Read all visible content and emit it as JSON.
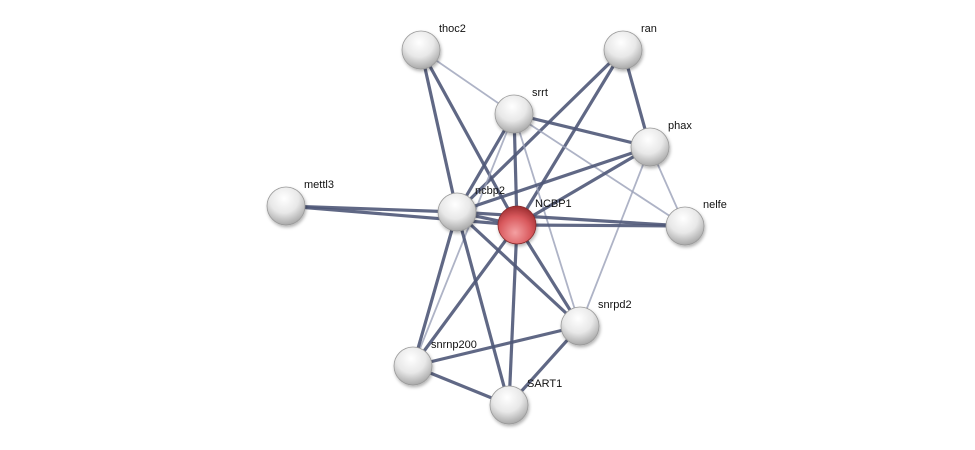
{
  "network": {
    "nodes": [
      {
        "id": "thoc2",
        "label": "thoc2",
        "query": false
      },
      {
        "id": "ran",
        "label": "ran",
        "query": false
      },
      {
        "id": "srrt",
        "label": "srrt",
        "query": false
      },
      {
        "id": "phax",
        "label": "phax",
        "query": false
      },
      {
        "id": "mettl3",
        "label": "mettl3",
        "query": false
      },
      {
        "id": "ncbp2",
        "label": "ncbp2",
        "query": false
      },
      {
        "id": "NCBP1",
        "label": "NCBP1",
        "query": true
      },
      {
        "id": "nelfe",
        "label": "nelfe",
        "query": false
      },
      {
        "id": "snrpd2",
        "label": "snrpd2",
        "query": false
      },
      {
        "id": "snrnp200",
        "label": "snrnp200",
        "query": false
      },
      {
        "id": "SART1",
        "label": "SART1",
        "query": false
      }
    ],
    "edges": [
      [
        "thoc2",
        "ncbp2",
        "strong"
      ],
      [
        "thoc2",
        "NCBP1",
        "strong"
      ],
      [
        "thoc2",
        "srrt",
        "weak"
      ],
      [
        "ran",
        "ncbp2",
        "strong"
      ],
      [
        "ran",
        "NCBP1",
        "strong"
      ],
      [
        "ran",
        "phax",
        "strong"
      ],
      [
        "srrt",
        "ncbp2",
        "strong"
      ],
      [
        "srrt",
        "NCBP1",
        "strong"
      ],
      [
        "srrt",
        "phax",
        "strong"
      ],
      [
        "srrt",
        "nelfe",
        "weak"
      ],
      [
        "srrt",
        "snrpd2",
        "weak"
      ],
      [
        "srrt",
        "snrnp200",
        "weak"
      ],
      [
        "phax",
        "ncbp2",
        "strong"
      ],
      [
        "phax",
        "NCBP1",
        "strong"
      ],
      [
        "phax",
        "nelfe",
        "weak"
      ],
      [
        "phax",
        "snrpd2",
        "weak"
      ],
      [
        "mettl3",
        "ncbp2",
        "strong"
      ],
      [
        "mettl3",
        "NCBP1",
        "strong"
      ],
      [
        "ncbp2",
        "nelfe",
        "strong"
      ],
      [
        "NCBP1",
        "nelfe",
        "strong"
      ],
      [
        "ncbp2",
        "NCBP1",
        "strong"
      ],
      [
        "ncbp2",
        "snrnp200",
        "strong"
      ],
      [
        "ncbp2",
        "SART1",
        "strong"
      ],
      [
        "ncbp2",
        "snrpd2",
        "strong"
      ],
      [
        "NCBP1",
        "snrnp200",
        "strong"
      ],
      [
        "NCBP1",
        "SART1",
        "strong"
      ],
      [
        "NCBP1",
        "snrpd2",
        "strong"
      ],
      [
        "snrpd2",
        "snrnp200",
        "strong"
      ],
      [
        "snrpd2",
        "SART1",
        "strong"
      ],
      [
        "snrnp200",
        "SART1",
        "strong"
      ]
    ],
    "colors": {
      "edge_strong": "#4f5878",
      "edge_weak": "#9aa0b8",
      "node": "#e6e6e6",
      "query_node": "#d9595d"
    }
  }
}
